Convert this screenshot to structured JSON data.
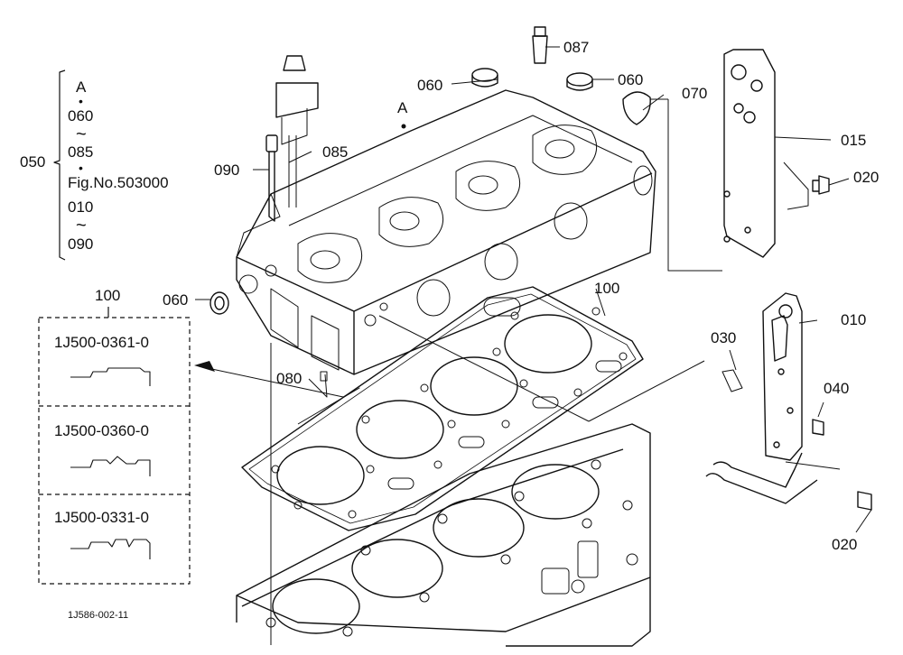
{
  "callouts": {
    "c050": "050",
    "c087": "087",
    "c060_top": "060",
    "c060_right": "060",
    "c070": "070",
    "c085": "085",
    "c090": "090",
    "c015": "015",
    "c020_top": "020",
    "c060_left": "060",
    "c100_gasket": "100",
    "c100_box": "100",
    "c010": "010",
    "c030": "030",
    "c040": "040",
    "c080": "080",
    "c020_bottom": "020",
    "marker_a": "A"
  },
  "kit_bracket": {
    "marker": "A",
    "dot1": "•",
    "line_060": "060",
    "tilde1": "~",
    "line_085": "085",
    "dot2": "•",
    "fig_no": "Fig.No.503000",
    "line_010": "010",
    "tilde2": "~",
    "line_090": "090"
  },
  "gasket_options": [
    {
      "part_no": "1J500-0361-0"
    },
    {
      "part_no": "1J500-0360-0"
    },
    {
      "part_no": "1J500-0331-0"
    }
  ],
  "figure_number": "1J586-002-11"
}
